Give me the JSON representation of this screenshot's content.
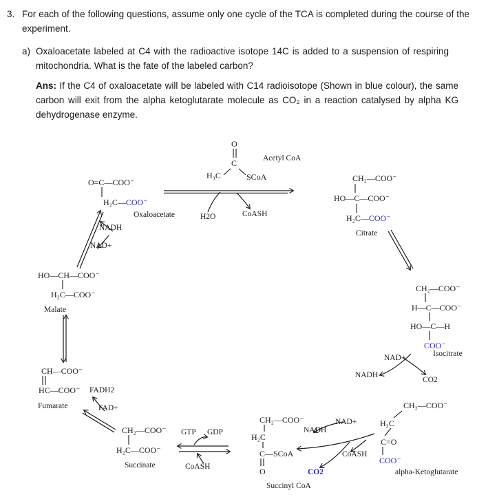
{
  "accent_blue": "#2222cc",
  "question": {
    "number": "3.",
    "text": "For each of the following questions, assume only one cycle of the TCA is completed during the course of the experiment.",
    "part_label": "a)",
    "part_text": "Oxaloacetate labeled at C4 with the radioactive isotope 14C is added to a suspension of respiring mitochondria. What is the fate of the labeled carbon?",
    "answer_label": "Ans:",
    "answer_text": "If the C4 of oxaloacetate will be labeled with C14 radioisotope (Shown in blue colour), the same carbon will exit from the alpha ketoglutarate molecule as CO₂ in a reaction catalysed by alpha KG dehydrogenase enzyme."
  },
  "diagram": {
    "acetyl_coa": {
      "label": "Acetyl CoA",
      "o": "O",
      "c": "C",
      "h3c": "H₃C",
      "scoa": "SCoA"
    },
    "oxaloacetate": {
      "label": "Oxaloacetate",
      "row1": "O=C—COO⁻",
      "row2_chain": "H₂C—",
      "row2_labeled": "COO⁻"
    },
    "citrate": {
      "label": "Citrate",
      "row1": "CH₂—COO⁻",
      "row2": "HO—C—COO⁻",
      "row3_chain": "H₂C—",
      "row3_labeled": "COO⁻"
    },
    "malate": {
      "label": "Malate",
      "row1": "HO—CH—COO⁻",
      "row2": "H₂C—COO⁻"
    },
    "isocitrate": {
      "label": "Isocitrate",
      "row1": "CH₂—COO⁻",
      "row2": "H—C—COO⁻",
      "row3": "HO—C—H",
      "row4_labeled": "COO⁻"
    },
    "alpha_kg": {
      "label": "alpha-Ketoglutarate",
      "row1": "CH₂—COO⁻",
      "row2": "H₂C",
      "row3": "C=O",
      "row4_labeled": "COO⁻"
    },
    "fumarate": {
      "label": "Fumarate",
      "row1": "CH—COO⁻",
      "row2": "HC—COO⁻"
    },
    "succinate": {
      "label": "Succinate",
      "row1": "CH₂—COO⁻",
      "row2": "H₂C—COO⁻"
    },
    "succinyl_coa": {
      "label": "Succinyl CoA",
      "row1": "CH₂—COO⁻",
      "row2": "H₂C",
      "row3": "C—SCoA",
      "row4": "O"
    },
    "cofactors": {
      "h2o": "H2O",
      "coash_citrate": "CoASH",
      "nadh_malate": "NADH",
      "nad_malate": "NAD+",
      "nad_isocitrate": "NAD+",
      "nadh_isocitrate": "NADH",
      "co2_isocitrate": "CO2",
      "fadh2": "FADH2",
      "fad": "FAD+",
      "gtp": "GTP",
      "gdp": "GDP",
      "coash_succinate": "CoASH",
      "nadh_akg": "NADH",
      "nad_akg": "NAD+",
      "co2_akg": "CO2",
      "coash_akg": "CoASH"
    }
  }
}
